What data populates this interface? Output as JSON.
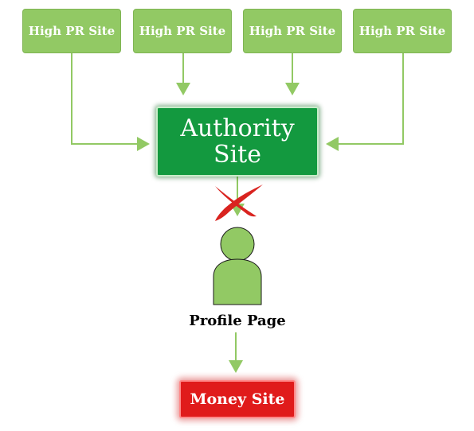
{
  "diagram": {
    "sources": [
      {
        "label": "High PR Site"
      },
      {
        "label": "High PR Site"
      },
      {
        "label": "High PR Site"
      },
      {
        "label": "High PR Site"
      }
    ],
    "authority": {
      "line1": "Authority",
      "line2": "Site"
    },
    "profile": {
      "label": "Profile Page",
      "icon": "person-icon"
    },
    "blocked_link_icon": "red-x-icon",
    "money": {
      "label": "Money Site"
    },
    "colors": {
      "source_fill": "#92c964",
      "connector": "#92c964",
      "authority_fill": "#13993f",
      "money_fill": "#e01b1b",
      "cross": "#d9231f"
    }
  }
}
